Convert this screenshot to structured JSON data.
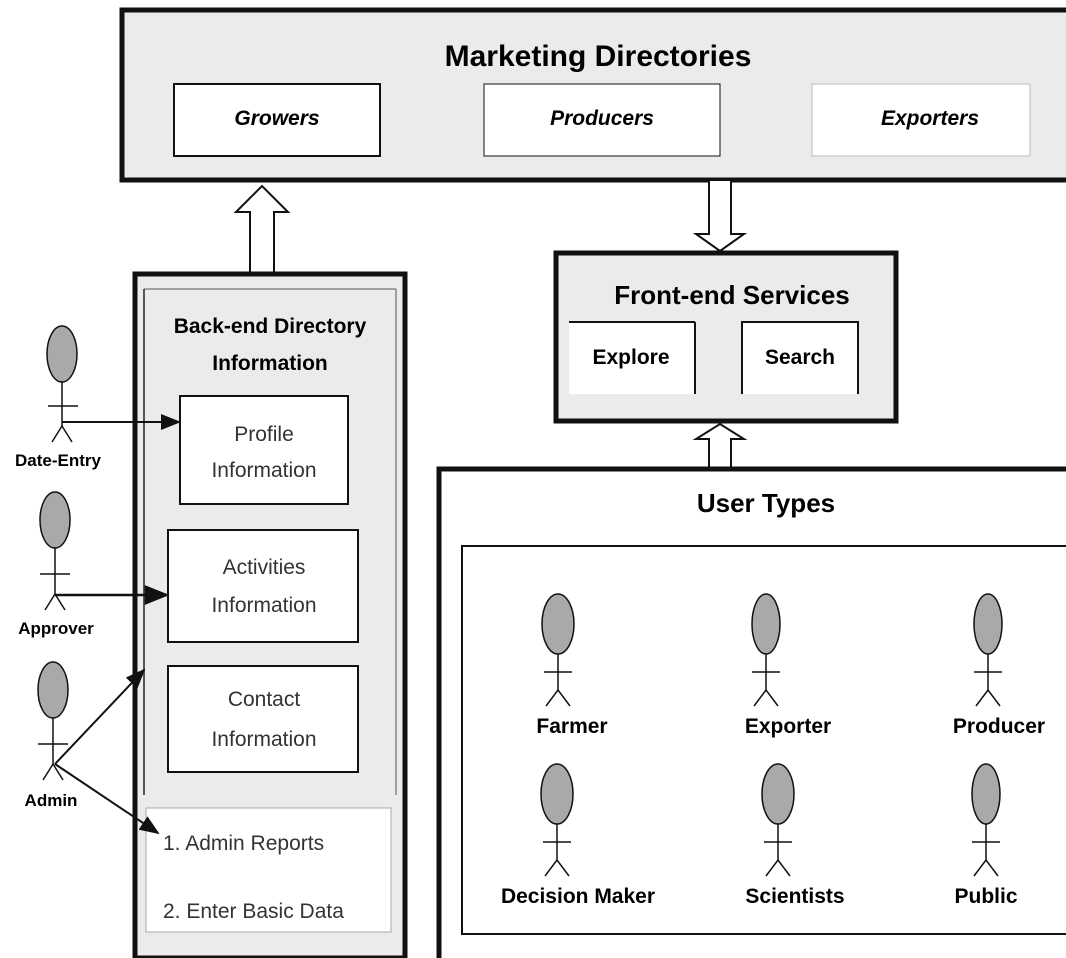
{
  "marketing": {
    "title": "Marketing Directories",
    "items": [
      "Growers",
      "Producers",
      "Exporters"
    ]
  },
  "frontend": {
    "title": "Front-end Services",
    "items": [
      "Explore",
      "Search"
    ]
  },
  "backend": {
    "title_line1": "Back-end Directory",
    "title_line2": "Information",
    "boxes": [
      {
        "line1": "Profile",
        "line2": "Information"
      },
      {
        "line1": "Activities",
        "line2": "Information"
      },
      {
        "line1": "Contact",
        "line2": "Information"
      }
    ],
    "admin_list": [
      "1. Admin Reports",
      "2. Enter Basic Data"
    ]
  },
  "actors": [
    "Date-Entry",
    "Approver",
    "Admin"
  ],
  "user_types": {
    "title": "User Types",
    "users": [
      "Farmer",
      "Exporter",
      "Producer",
      "Decision Maker",
      "Scientists",
      "Public"
    ]
  },
  "colors": {
    "panel_fill": "#ebebeb",
    "box_fill": "#ffffff",
    "head_fill": "#a9a9a9",
    "stroke": "#111111"
  }
}
